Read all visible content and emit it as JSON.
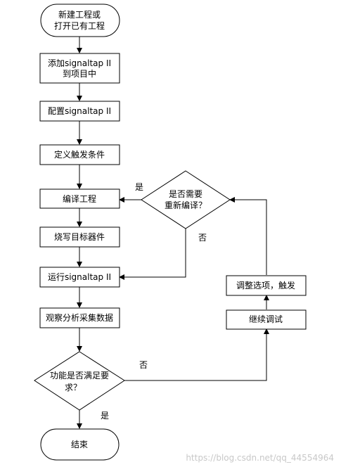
{
  "diagram": {
    "nodes": {
      "start": [
        "新建工程或",
        "打开已有工程"
      ],
      "add_signaltap": [
        "添加signaltap II",
        "到项目中"
      ],
      "config_signaltap": [
        "配置signaltap II"
      ],
      "define_trigger": [
        "定义触发条件"
      ],
      "compile": [
        "编译工程"
      ],
      "program_device": [
        "烧写目标器件"
      ],
      "run_signaltap": [
        "运行signaltap II"
      ],
      "observe_data": [
        "观察分析采集数据"
      ],
      "function_ok": [
        "功能是否满足要",
        "求？"
      ],
      "end": [
        "结束"
      ],
      "recompile_q": [
        "是否需要",
        "重新编译？"
      ],
      "adjust_options": [
        "调整选项，触发"
      ],
      "continue_debug": [
        "继续调试"
      ]
    },
    "edge_labels": {
      "recompile_yes": "是",
      "recompile_no": "否",
      "function_no": "否",
      "function_yes": "是"
    }
  },
  "watermark": "https://blog.csdn.net/qq_44554964"
}
